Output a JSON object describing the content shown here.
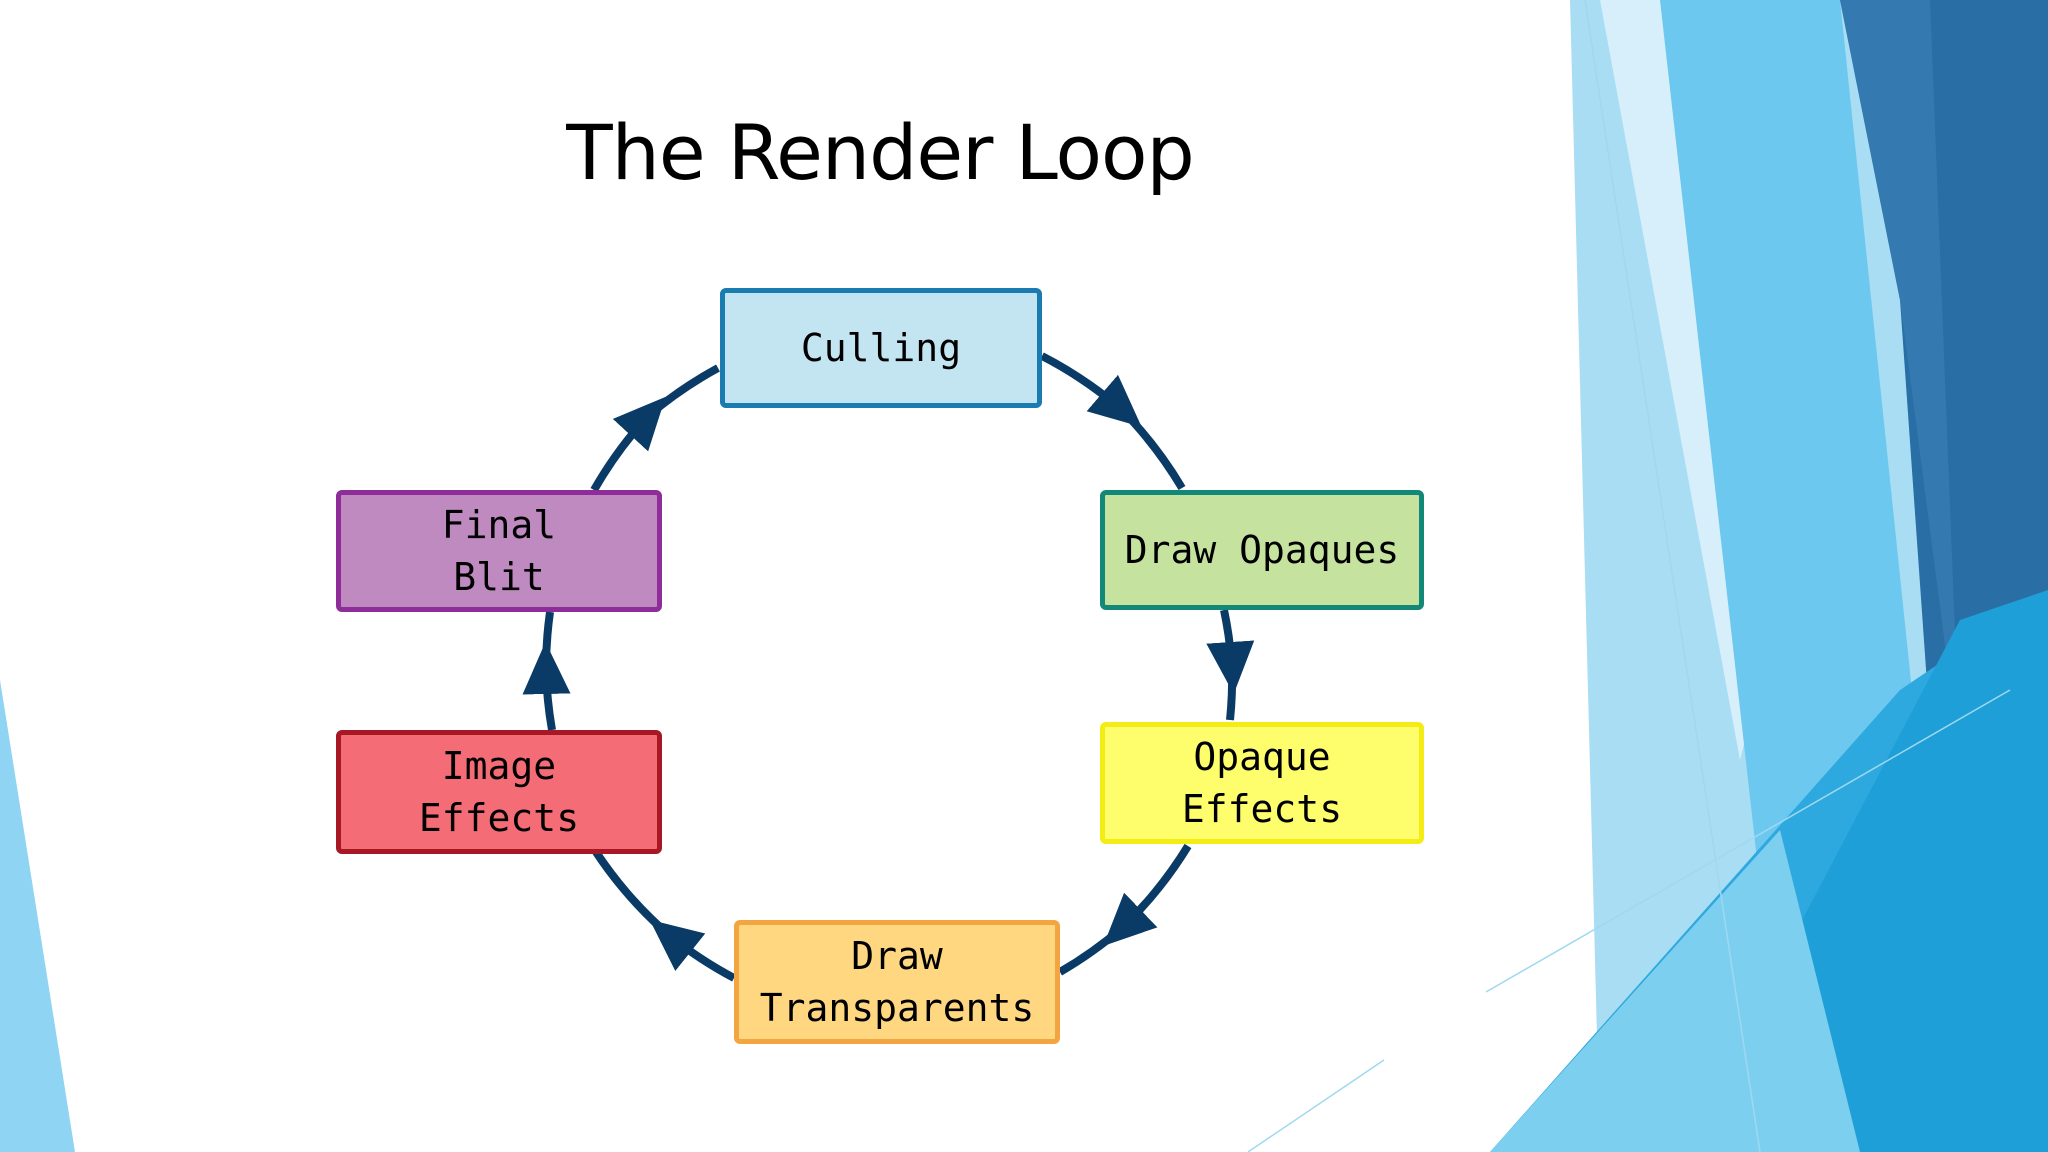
{
  "slide": {
    "title": "The Render Loop"
  },
  "diagram": {
    "type": "cycle",
    "arrow_color": "#0a3a66",
    "nodes": [
      {
        "id": "culling",
        "lines": [
          "Culling"
        ],
        "fill": "#c3e4f1",
        "border": "#1a7bb0"
      },
      {
        "id": "draw-opaques",
        "lines": [
          "Draw Opaques"
        ],
        "fill": "#c5e29e",
        "border": "#128877"
      },
      {
        "id": "opaque-effects",
        "lines": [
          "Opaque",
          "Effects"
        ],
        "fill": "#fefd6b",
        "border": "#f3ec15"
      },
      {
        "id": "draw-transparents",
        "lines": [
          "Draw",
          "Transparents"
        ],
        "fill": "#fed780",
        "border": "#f3a640"
      },
      {
        "id": "image-effects",
        "lines": [
          "Image",
          "Effects"
        ],
        "fill": "#f46c76",
        "border": "#a61825"
      },
      {
        "id": "final-blit",
        "lines": [
          "Final",
          "Blit"
        ],
        "fill": "#be8ac0",
        "border": "#8e2d99"
      }
    ]
  },
  "theme": {
    "accent_light": "#8fd4f2",
    "accent_mid": "#3ab0e2",
    "accent_dark": "#2a6ea6"
  }
}
